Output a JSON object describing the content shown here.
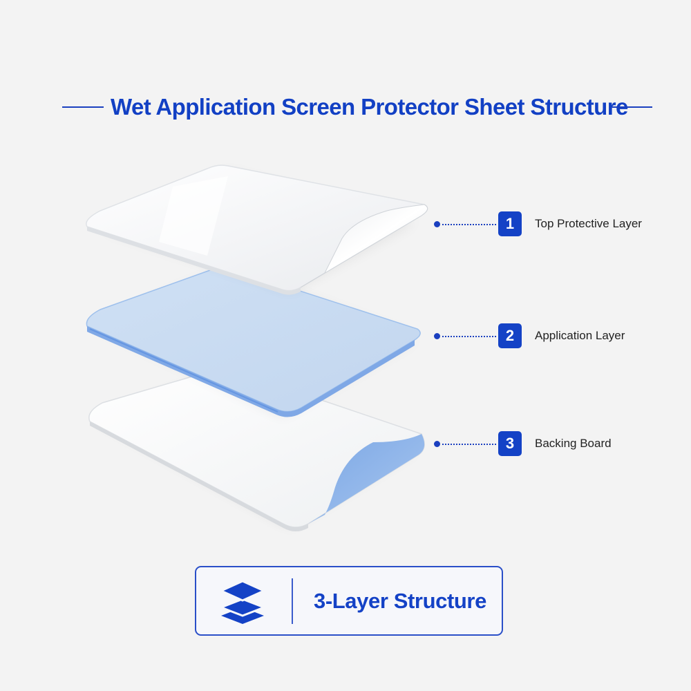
{
  "title": "Wet Application Screen Protector Sheet Structure",
  "layers": [
    {
      "number": "1",
      "label": "Top Protective Layer"
    },
    {
      "number": "2",
      "label": "Application Layer"
    },
    {
      "number": "3",
      "label": "Backing Board"
    }
  ],
  "badge": {
    "icon": "layers-stack-icon",
    "text": "3-Layer Structure"
  },
  "colors": {
    "accent": "#1442c6",
    "background": "#f3f3f3",
    "application_layer": "#c9dcf2",
    "backing_peel": "#8db5ea"
  }
}
